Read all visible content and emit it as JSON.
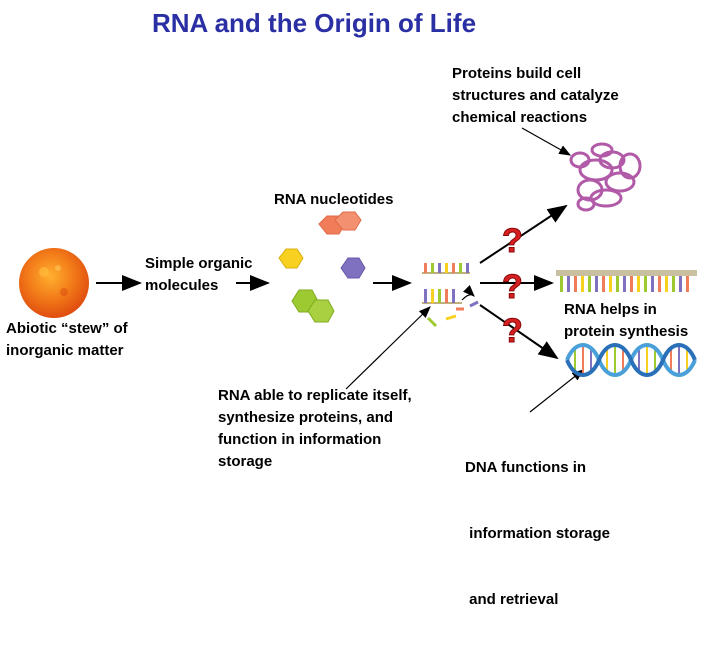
{
  "title": "RNA and the Origin of Life",
  "labels": {
    "proteins": [
      "Proteins build cell",
      "structures and catalyze",
      "chemical reactions"
    ],
    "nucleotides": [
      "RNA nucleotides"
    ],
    "simple_organic": [
      "Simple organic",
      "molecules"
    ],
    "abiotic": [
      "Abiotic “stew” of",
      "inorganic matter"
    ],
    "rna_helps": [
      "RNA helps in",
      "protein synthesis"
    ],
    "rna_replicate": [
      "RNA able to replicate itself,",
      "synthesize proteins, and",
      "function in information",
      "storage"
    ],
    "dna_functions": [
      "DNA functions in",
      " information storage",
      " and retrieval"
    ]
  },
  "question_mark": "?",
  "colors": {
    "title": "#2a2fa3",
    "question": "#d42020",
    "protein": "#b05aa8",
    "sphere": "#f07a18"
  }
}
